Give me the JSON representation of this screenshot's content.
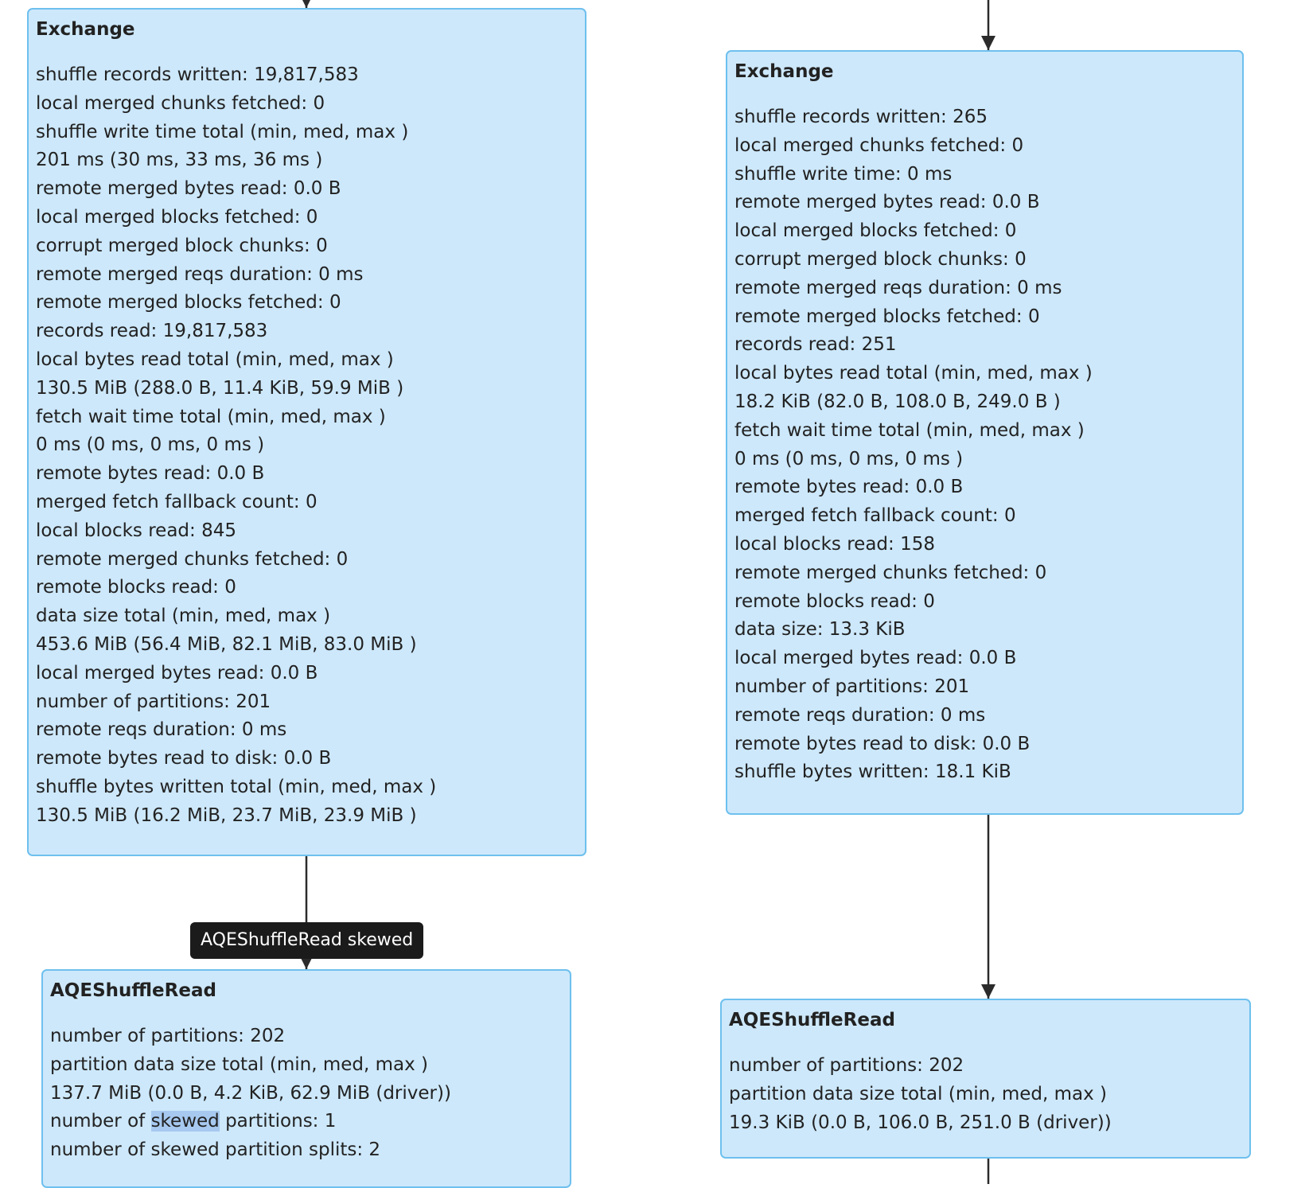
{
  "nodes": {
    "exchange_left": {
      "title": "Exchange",
      "metrics": [
        "shuffle records written: 19,817,583",
        "local merged chunks fetched: 0",
        "shuffle write time total (min, med, max )",
        "201 ms (30 ms, 33 ms, 36 ms )",
        "remote merged bytes read: 0.0 B",
        "local merged blocks fetched: 0",
        "corrupt merged block chunks: 0",
        "remote merged reqs duration: 0 ms",
        "remote merged blocks fetched: 0",
        "records read: 19,817,583",
        "local bytes read total (min, med, max )",
        "130.5 MiB (288.0 B, 11.4 KiB, 59.9 MiB )",
        "fetch wait time total (min, med, max )",
        "0 ms (0 ms, 0 ms, 0 ms )",
        "remote bytes read: 0.0 B",
        "merged fetch fallback count: 0",
        "local blocks read: 845",
        "remote merged chunks fetched: 0",
        "remote blocks read: 0",
        "data size total (min, med, max )",
        "453.6 MiB (56.4 MiB, 82.1 MiB, 83.0 MiB )",
        "local merged bytes read: 0.0 B",
        "number of partitions: 201",
        "remote reqs duration: 0 ms",
        "remote bytes read to disk: 0.0 B",
        "shuffle bytes written total (min, med, max )",
        "130.5 MiB (16.2 MiB, 23.7 MiB, 23.9 MiB )"
      ]
    },
    "exchange_right": {
      "title": "Exchange",
      "metrics": [
        "shuffle records written: 265",
        "local merged chunks fetched: 0",
        "shuffle write time: 0 ms",
        "remote merged bytes read: 0.0 B",
        "local merged blocks fetched: 0",
        "corrupt merged block chunks: 0",
        "remote merged reqs duration: 0 ms",
        "remote merged blocks fetched: 0",
        "records read: 251",
        "local bytes read total (min, med, max )",
        "18.2 KiB (82.0 B, 108.0 B, 249.0 B )",
        "fetch wait time total (min, med, max )",
        "0 ms (0 ms, 0 ms, 0 ms )",
        "remote bytes read: 0.0 B",
        "merged fetch fallback count: 0",
        "local blocks read: 158",
        "remote merged chunks fetched: 0",
        "remote blocks read: 0",
        "data size: 13.3 KiB",
        "local merged bytes read: 0.0 B",
        "number of partitions: 201",
        "remote reqs duration: 0 ms",
        "remote bytes read to disk: 0.0 B",
        "shuffle bytes written: 18.1 KiB"
      ]
    },
    "aqe_left": {
      "title": "AQEShuffleRead",
      "metrics": [
        "number of partitions: 202",
        "partition data size total (min, med, max )",
        "137.7 MiB (0.0 B, 4.2 KiB, 62.9 MiB (driver))",
        "number of skewed partitions: 1",
        "number of skewed partition splits: 2"
      ],
      "highlight": {
        "line": 3,
        "before": "number of ",
        "text": "skewed",
        "after": " partitions: 1"
      }
    },
    "aqe_right": {
      "title": "AQEShuffleRead",
      "metrics": [
        "number of partitions: 202",
        "partition data size total (min, med, max )",
        "19.3 KiB (0.0 B, 106.0 B, 251.0 B (driver))"
      ]
    }
  },
  "tooltip": {
    "text": "AQEShuffleRead skewed"
  },
  "colors": {
    "node_fill": "#cde8fb",
    "node_border": "#6ec0ee",
    "edge": "#2b2b2b",
    "tooltip_bg": "#1b1b1b",
    "selection_highlight": "#a7c9f0"
  }
}
